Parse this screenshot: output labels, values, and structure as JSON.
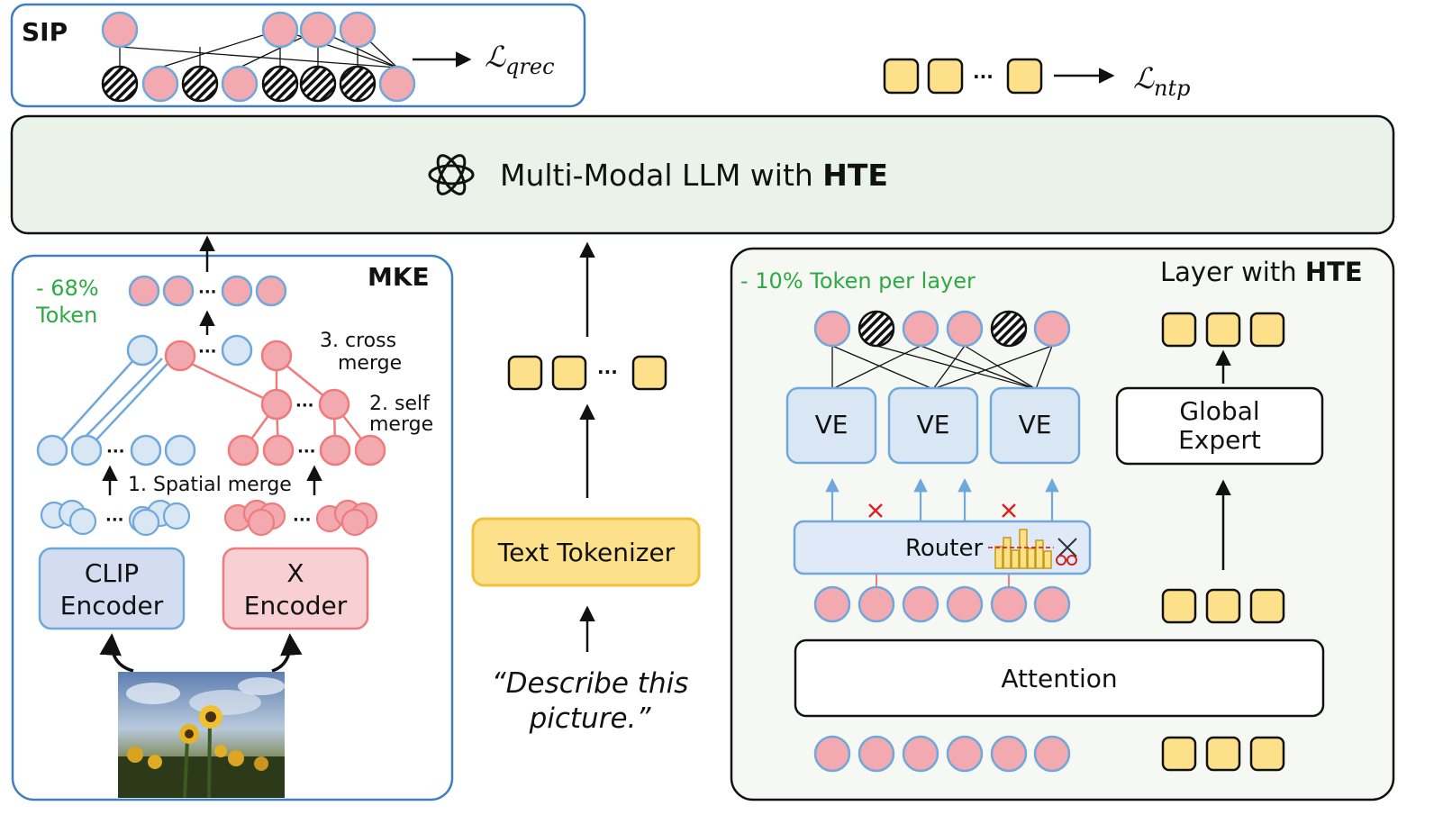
{
  "sip": {
    "label": "SIP",
    "loss_main": "ℒ",
    "loss_sub": "qrec"
  },
  "ntp": {
    "loss_main": "ℒ",
    "loss_sub": "ntp",
    "ellipsis": "···"
  },
  "llm": {
    "label_prefix": "Multi-Modal LLM with ",
    "label_bold": "HTE"
  },
  "mke": {
    "label": "MKE",
    "reduction_line1": "- 68%",
    "reduction_line2": "Token",
    "step1": "1. Spatial merge",
    "step2_line1": "2. self",
    "step2_line2": "merge",
    "step3_line1": "3. cross",
    "step3_line2": "merge",
    "clip_line1": "CLIP",
    "clip_line2": "Encoder",
    "x_line1": "X",
    "x_line2": "Encoder",
    "ellipsis": "···"
  },
  "middle": {
    "tokenizer": "Text Tokenizer",
    "prompt_line1": "“Describe this",
    "prompt_line2": "picture.”",
    "ellipsis": "···"
  },
  "hte": {
    "title_prefix": "Layer with ",
    "title_bold": "HTE",
    "reduction": "- 10% Token per layer",
    "ve1": "VE",
    "ve2": "VE",
    "ve3": "VE",
    "router": "Router",
    "global_line1": "Global",
    "global_line2": "Expert",
    "attention": "Attention"
  },
  "colors": {
    "pink_fill": "#f2aab0",
    "blue_border": "#6fa8dc",
    "light_blue_fill": "#d9e6f4",
    "yellow_fill": "#fde08a",
    "llm_fill": "#e9f3e9",
    "green_text": "#2eaa44",
    "red_line": "#ef7b7b",
    "clip_fill": "#d4dcf2",
    "x_fill": "#f8d0d4",
    "router_fill": "#dfe9f7"
  }
}
